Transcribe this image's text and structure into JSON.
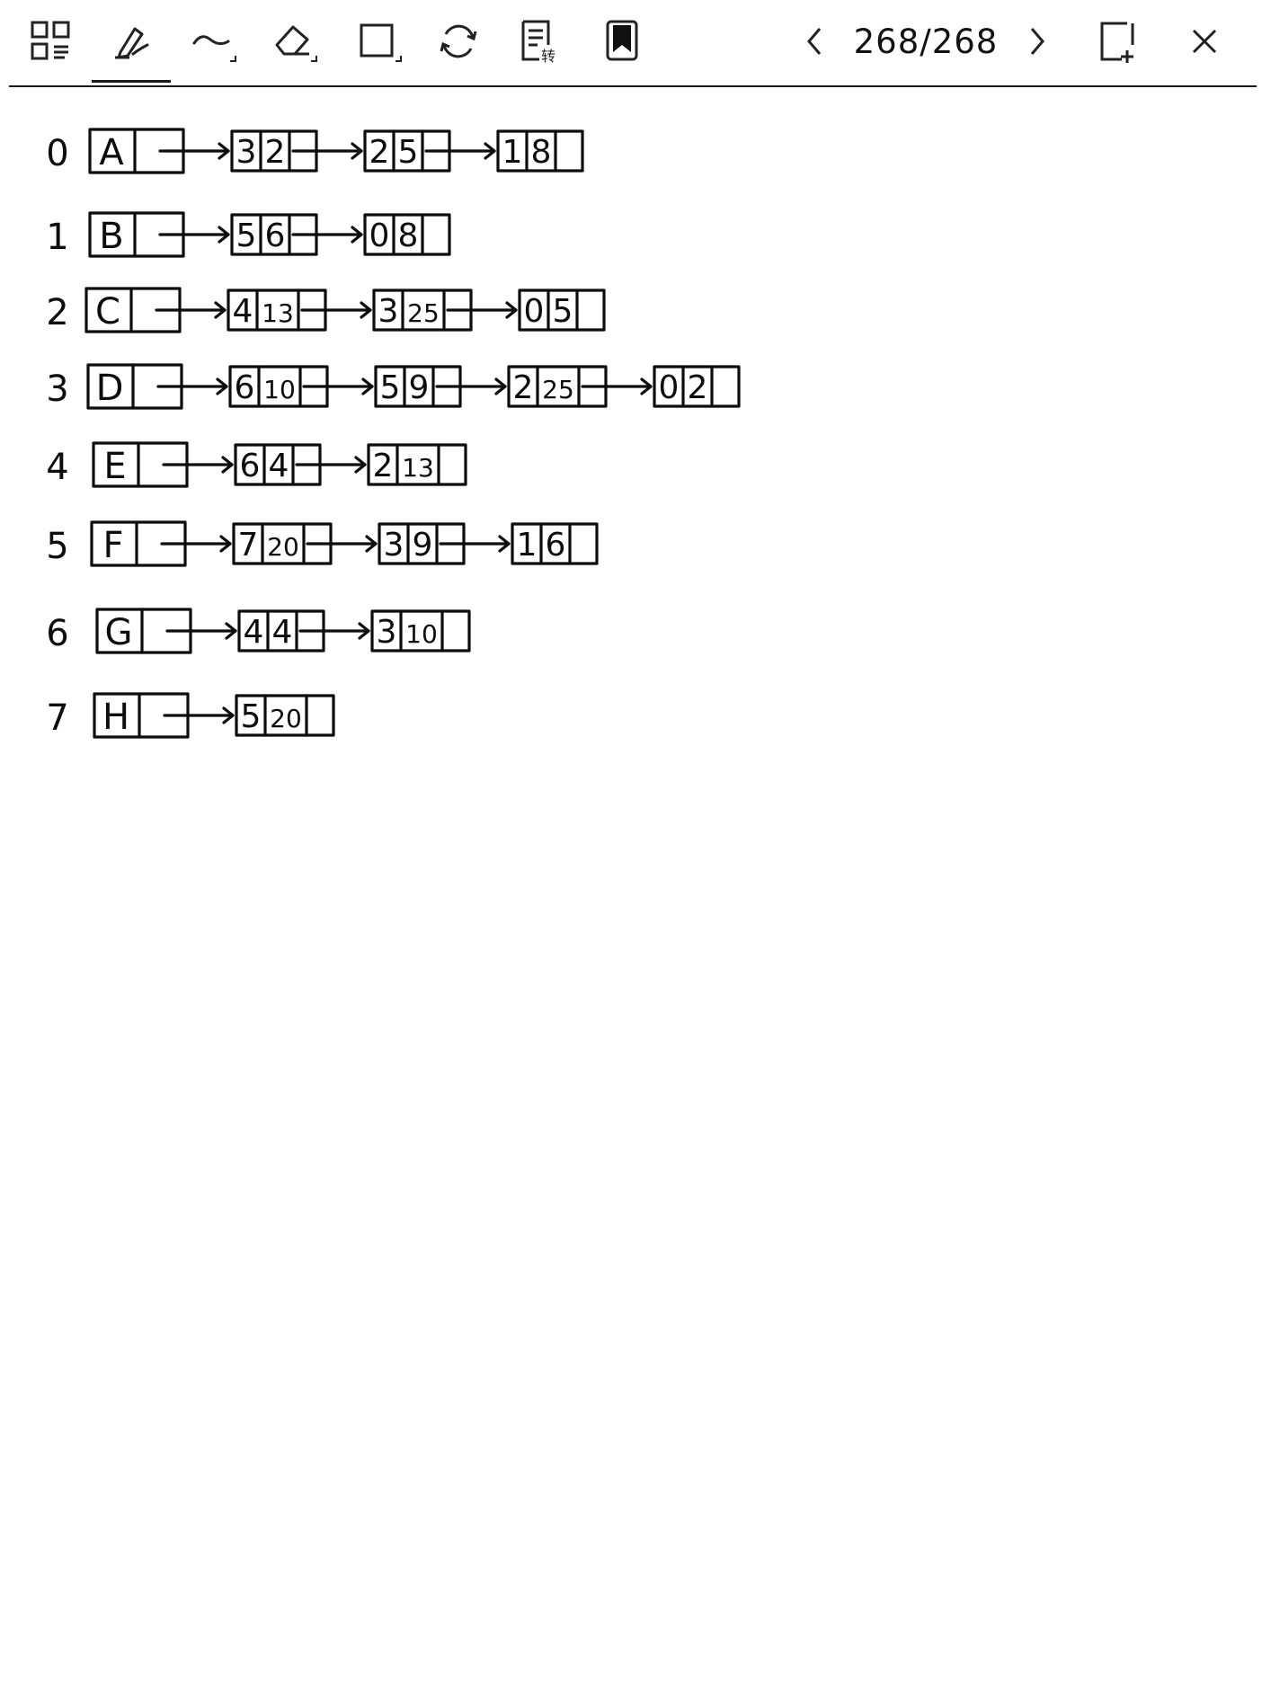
{
  "toolbar": {
    "tools": [
      {
        "name": "thumbnails-icon"
      },
      {
        "name": "pen-icon",
        "active": true
      },
      {
        "name": "stroke-icon"
      },
      {
        "name": "eraser-icon"
      },
      {
        "name": "shape-icon"
      },
      {
        "name": "refresh-icon"
      },
      {
        "name": "convert-text-icon",
        "glyph": "转"
      },
      {
        "name": "bookmark-icon"
      }
    ],
    "page_indicator": "268/268",
    "actions": [
      "prev-page-icon",
      "next-page-icon",
      "add-page-icon",
      "close-icon"
    ]
  },
  "note": {
    "rows": [
      {
        "index": "0",
        "head": "A",
        "nodes": [
          [
            "3",
            "2"
          ],
          [
            "2",
            "5"
          ],
          [
            "1",
            "8"
          ]
        ]
      },
      {
        "index": "1",
        "head": "B",
        "nodes": [
          [
            "5",
            "6"
          ],
          [
            "0",
            "8"
          ]
        ]
      },
      {
        "index": "2",
        "head": "C",
        "nodes": [
          [
            "4",
            "13"
          ],
          [
            "3",
            "25"
          ],
          [
            "0",
            "5"
          ]
        ]
      },
      {
        "index": "3",
        "head": "D",
        "nodes": [
          [
            "6",
            "10"
          ],
          [
            "5",
            "9"
          ],
          [
            "2",
            "25"
          ],
          [
            "0",
            "2"
          ]
        ]
      },
      {
        "index": "4",
        "head": "E",
        "nodes": [
          [
            "6",
            "4"
          ],
          [
            "2",
            "13"
          ]
        ]
      },
      {
        "index": "5",
        "head": "F",
        "nodes": [
          [
            "7",
            "20"
          ],
          [
            "3",
            "9"
          ],
          [
            "1",
            "6"
          ]
        ]
      },
      {
        "index": "6",
        "head": "G",
        "nodes": [
          [
            "4",
            "4"
          ],
          [
            "3",
            "10"
          ]
        ]
      },
      {
        "index": "7",
        "head": "H",
        "nodes": [
          [
            "5",
            "20"
          ]
        ]
      }
    ]
  }
}
